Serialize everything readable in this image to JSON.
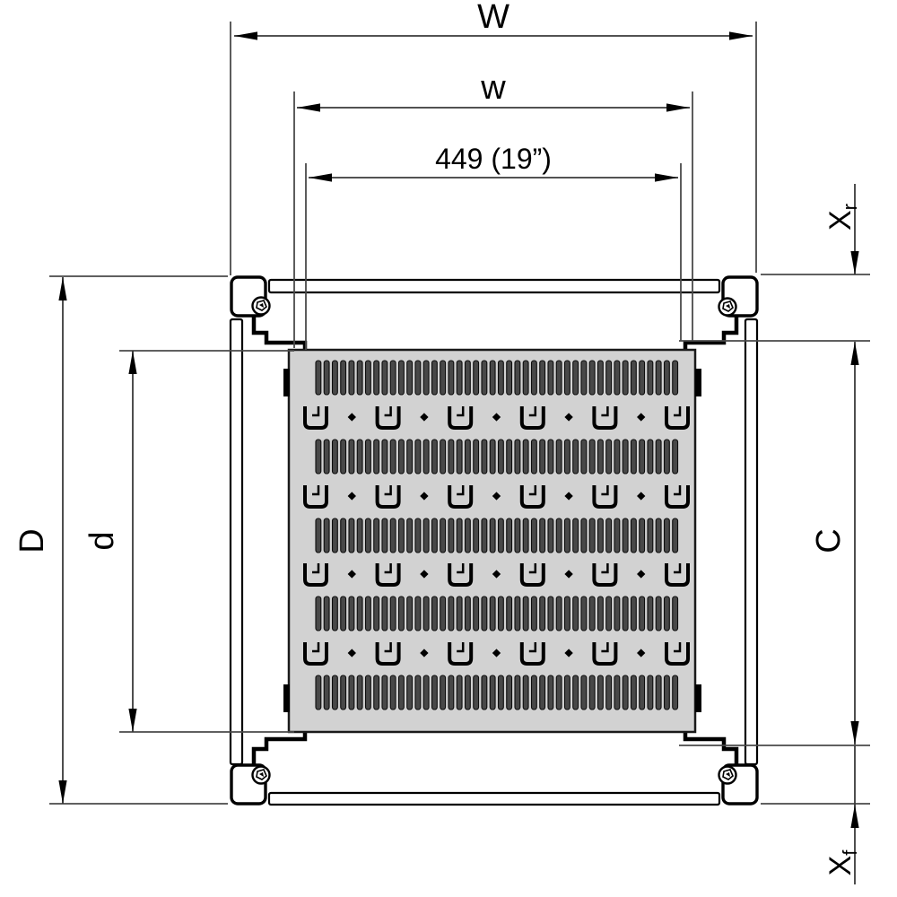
{
  "dimensions": {
    "width_outer": {
      "label": "W"
    },
    "width_inner": {
      "label": "w"
    },
    "rack_opening": {
      "label": "449 (19”)"
    },
    "depth_outer": {
      "label": "D"
    },
    "depth_inner": {
      "label": "d"
    },
    "clear_height": {
      "label": "C"
    },
    "offset_rear": {
      "base": "X",
      "sub": "r"
    },
    "offset_front": {
      "base": "X",
      "sub": "f"
    }
  },
  "panel": {
    "slot_rows": 5,
    "slots_per_row": 44,
    "hook_rows": 4,
    "hooks_per_row": 6,
    "dots_per_row": 5
  },
  "colors": {
    "shelf_fill": "#d2d2d2",
    "slot_fill": "#484848",
    "ink": "#000000",
    "line": "#3a3a3a"
  }
}
